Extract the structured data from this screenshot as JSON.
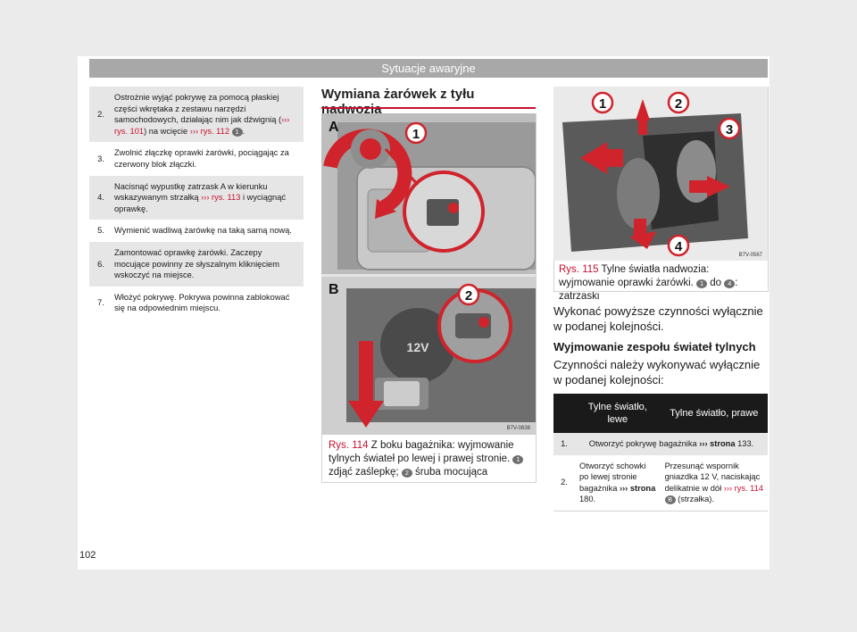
{
  "header": {
    "title": "Sytuacje awaryjne"
  },
  "page_number": "102",
  "steps": [
    {
      "num": "2.",
      "parts": [
        {
          "t": "Ostrożnie wyjąć pokrywę za pomocą płaskiej części wkrętaka z zestawu narzędzi samochodowych, działając nim jak dźwignią (",
          "c": "n"
        },
        {
          "t": "››› rys. 101",
          "c": "r"
        },
        {
          "t": ") na wcięcie ",
          "c": "n"
        },
        {
          "t": "››› rys. 112",
          "c": "r"
        },
        {
          "t": " ",
          "c": "n"
        },
        {
          "t": "1",
          "c": "b"
        },
        {
          "t": ".",
          "c": "n"
        }
      ]
    },
    {
      "num": "3.",
      "parts": [
        {
          "t": "Zwolnić złączkę oprawki żarówki, pociągając za czerwony blok złączki.",
          "c": "n"
        }
      ]
    },
    {
      "num": "4.",
      "parts": [
        {
          "t": "Nacisnąć wypustkę zatrzask A w kierunku wskazywanym strzałką ",
          "c": "n"
        },
        {
          "t": "››› rys. 113",
          "c": "r"
        },
        {
          "t": " i wyciągnąć oprawkę.",
          "c": "n"
        }
      ]
    },
    {
      "num": "5.",
      "parts": [
        {
          "t": "Wymienić wadliwą żarówkę na taką samą nową.",
          "c": "n"
        }
      ]
    },
    {
      "num": "6.",
      "parts": [
        {
          "t": "Zamontować oprawkę żarówki. Zaczepy mocujące powinny ze słyszalnym kliknięciem wskoczyć na miejsce.",
          "c": "n"
        }
      ]
    },
    {
      "num": "7.",
      "parts": [
        {
          "t": "Włożyć pokrywę. Pokrywa powinna zablokować się na odpowiednim miejscu.",
          "c": "n"
        }
      ]
    }
  ],
  "section_title": "Wymiana żarówek z tyłu nadwozia",
  "figure_mid": {
    "panel_a_label": "A",
    "panel_b_label": "B",
    "callout_1": "1",
    "callout_2": "2",
    "socket_label": "12V",
    "code_a": "B7V-0838",
    "caption": [
      {
        "t": "Rys. 114",
        "c": "r"
      },
      {
        "t": "  Z boku bagażnika: wyjmowanie tylnych świateł po lewej i prawej stronie. ",
        "c": "n"
      },
      {
        "t": "1",
        "c": "b"
      },
      {
        "t": " zdjąć zaślepkę; ",
        "c": "n"
      },
      {
        "t": "2",
        "c": "b"
      },
      {
        "t": " śruba mocująca",
        "c": "n"
      }
    ]
  },
  "figure_right": {
    "callouts": [
      "1",
      "2",
      "3",
      "4"
    ],
    "code": "B7V-0567",
    "caption": [
      {
        "t": "Rys. 115",
        "c": "r"
      },
      {
        "t": "  Tylne światła nadwozia: wyjmowanie oprawki żarówki. ",
        "c": "n"
      },
      {
        "t": "1",
        "c": "b"
      },
      {
        "t": " do ",
        "c": "n"
      },
      {
        "t": "4",
        "c": "b"
      },
      {
        "t": ": zatrzaski",
        "c": "n"
      }
    ]
  },
  "intro_text": "Wykonać powyższe czynności wyłącznie w podanej kolejności.",
  "subheading": "Wyjmowanie zespołu świateł tylnych",
  "subheading_text": "Czynności należy wykonywać wyłącznie w podanej kolejności:",
  "table": {
    "headers": [
      "",
      "Tylne światło, lewe",
      "Tylne światło, prawe"
    ],
    "row1": {
      "num": "1.",
      "parts": [
        {
          "t": "Otworzyć pokrywę bagażnika ",
          "c": "n"
        },
        {
          "t": "››› strona",
          "c": "s"
        },
        {
          "t": " 133.",
          "c": "n"
        }
      ]
    },
    "row2": {
      "num": "2.",
      "left_parts": [
        {
          "t": "Otworzyć schowki po lewej stronie bagażnika ",
          "c": "n"
        },
        {
          "t": "››› strona",
          "c": "s"
        },
        {
          "t": " 180.",
          "c": "n"
        }
      ],
      "right_parts": [
        {
          "t": "Przesunąć wspornik gniazdka 12 V, naciskając delikatnie w dół ",
          "c": "n"
        },
        {
          "t": "››› rys. 114",
          "c": "r"
        },
        {
          "t": " ",
          "c": "n"
        },
        {
          "t": "B",
          "c": "b"
        },
        {
          "t": " (strzałka).",
          "c": "n"
        }
      ]
    }
  },
  "colors": {
    "accent": "#c8102e",
    "header_bg": "#a8a8a8",
    "table_header_bg": "#1a1a1a"
  }
}
